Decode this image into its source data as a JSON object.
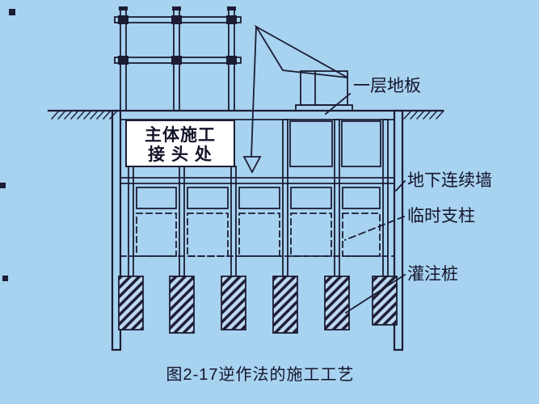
{
  "diagram": {
    "caption": "图2-17逆作法的施工工艺",
    "joint_box": {
      "line1": "主体施工",
      "line2": "接 头 处"
    },
    "labels": {
      "first_floor_slab": "一层地板",
      "diaphragm_wall": "地下连续墙",
      "temporary_column": "临时支柱",
      "cast_in_place_pile": "灌注桩"
    },
    "colors": {
      "background": "#a7d2f0",
      "line": "#1c1c34",
      "ink": "#14142a",
      "box_fill": "#ffffff"
    }
  }
}
